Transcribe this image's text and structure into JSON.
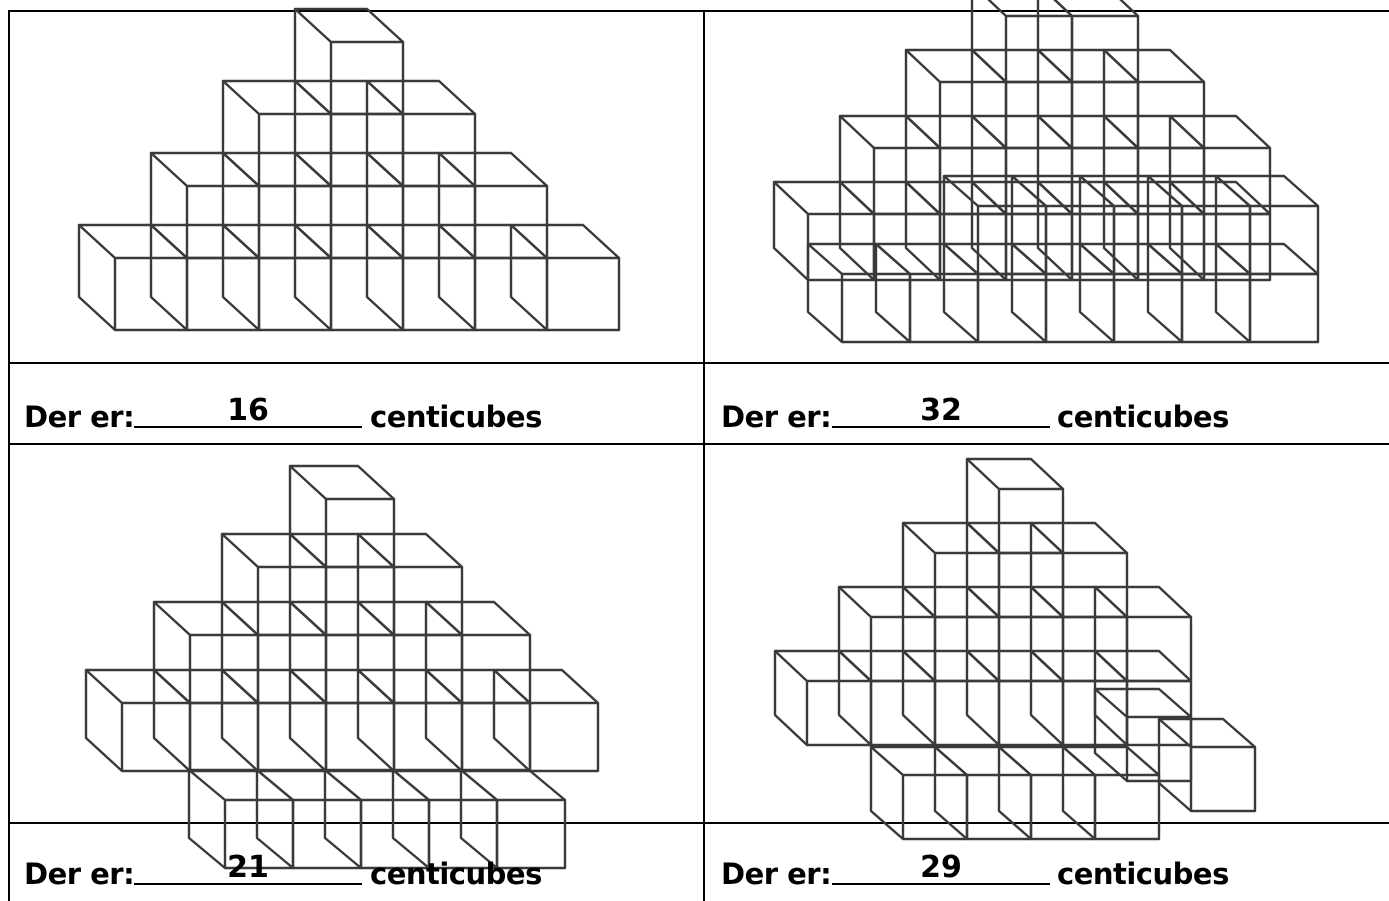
{
  "worksheet": {
    "label_prefix": "Der er:",
    "label_unit": "centicubes",
    "answers": [
      "16",
      "32",
      "21",
      "29"
    ]
  }
}
